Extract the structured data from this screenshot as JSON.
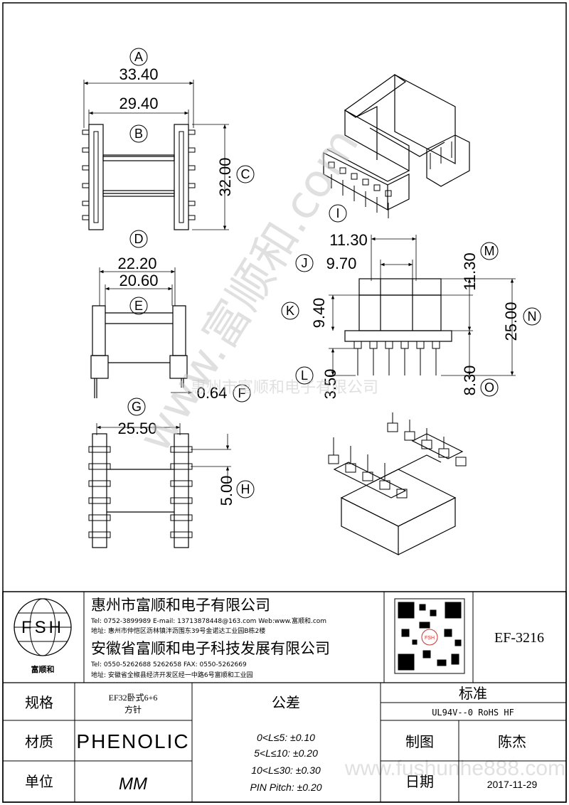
{
  "dimensions": [
    {
      "id": "A",
      "value": "33.40"
    },
    {
      "id": "B",
      "value": "29.40"
    },
    {
      "id": "C",
      "value": "32.00"
    },
    {
      "id": "D",
      "value": "22.20"
    },
    {
      "id": "E",
      "value": "20.60"
    },
    {
      "id": "F",
      "value": "0.64"
    },
    {
      "id": "G",
      "value": "25.50"
    },
    {
      "id": "H",
      "value": "5.00"
    },
    {
      "id": "I",
      "value": ""
    },
    {
      "id": "J",
      "value": "9.70"
    },
    {
      "id": "K",
      "value": "9.40"
    },
    {
      "id": "L",
      "value": "3.50"
    },
    {
      "id": "M",
      "value": "11.30"
    },
    {
      "id": "N",
      "value": "25.00"
    },
    {
      "id": "O",
      "value": "8.30"
    },
    {
      "id": "top",
      "value": "11.30"
    }
  ],
  "watermark": {
    "diag": "www.富顺和.com",
    "line": "惠州市富顺和电子有限公司",
    "url": "www.fushunhe888.com"
  },
  "title_block": {
    "logo_text": "FSH",
    "logo_cn": "富顺和",
    "company1": "惠州市富顺和电子有限公司",
    "company1_contact": "Tel: 0752-3899989  E-mail: 13713878448@163.com  Web:www.富顺和.com",
    "company1_addr": "地址: 惠州市仲恺区沥林镇泮沥围东39号金诺达工业园B栋2楼",
    "company2": "安徽省富顺和电子科技发展有限公司",
    "company2_contact": "Tel: 0550-5262688  5262658    FAX: 0550-5262669",
    "company2_addr": "地址: 安徽省全椒县经济开发区经一中路6号富顺和工业园",
    "part_no": "EF-3216",
    "spec_label": "规格",
    "spec_value_1": "EF32卧式6+6",
    "spec_value_2": "方针",
    "tolerance_label": "公差",
    "standard_label": "标准",
    "standard_value": "UL94V--0  RoHS HF",
    "material_label": "材质",
    "material_value": "PHENOLIC",
    "tol_1": "0<L≤5: ±0.10",
    "tol_2": "5<L≤10: ±0.20",
    "tol_3": "10<L≤30: ±0.30",
    "tol_4": "PIN Pitch: ±0.20",
    "drawn_label": "制图",
    "drawn_value": "陈杰",
    "unit_label": "单位",
    "unit_value": "MM",
    "date_label": "日期",
    "date_value": "2017-11-29"
  }
}
